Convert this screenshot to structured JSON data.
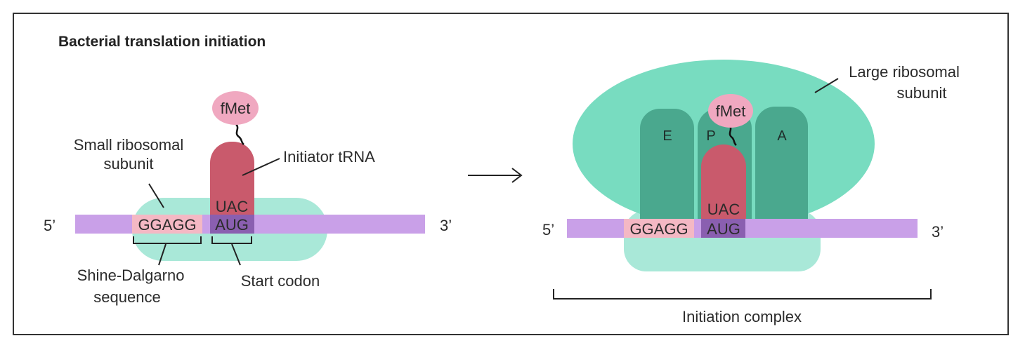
{
  "title": "Bacterial translation initiation",
  "colors": {
    "mrna": "#c9a0e8",
    "small_subunit": "#a9e8d8",
    "large_subunit": "#78dcc0",
    "site_slot": "#4aa88e",
    "trna": "#c95a6c",
    "fmet": "#f0a8c0",
    "shine_dalgarno": "#f4b8c4",
    "start_codon": "#8a5fb0"
  },
  "left": {
    "five_prime": "5’",
    "three_prime": "3’",
    "sd_sequence": "GGAGG",
    "start_codon": "AUG",
    "anticodon": "UAC",
    "fmet": "fMet",
    "small_subunit_label": [
      "Small ribosomal",
      "subunit"
    ],
    "initiator_trna_label": "Initiator tRNA",
    "shine_dalgarno_label": [
      "Shine-Dalgarno",
      "sequence"
    ],
    "start_codon_label": "Start codon"
  },
  "right": {
    "five_prime": "5’",
    "three_prime": "3’",
    "sd_sequence": "GGAGG",
    "start_codon": "AUG",
    "anticodon": "UAC",
    "fmet": "fMet",
    "site_e": "E",
    "site_p": "P",
    "site_a": "A",
    "large_subunit_label": [
      "Large ribosomal",
      "subunit"
    ],
    "complex_label": "Initiation complex"
  }
}
